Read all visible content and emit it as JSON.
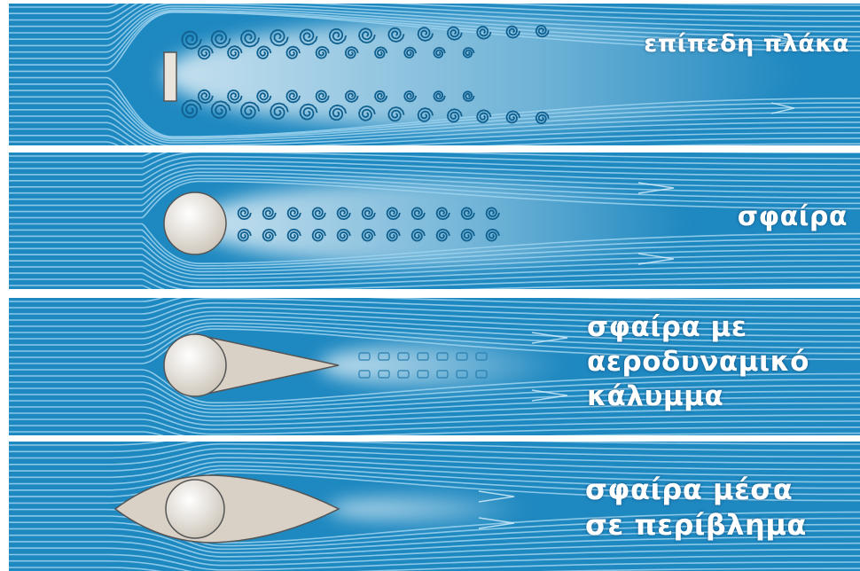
{
  "panels": [
    {
      "label_lines": [
        "επίπεδη πλάκα"
      ],
      "body": "plate"
    },
    {
      "label_lines": [
        "σφαίρα"
      ],
      "body": "sphere"
    },
    {
      "label_lines": [
        "σφαίρα με",
        "αεροδυναμικό",
        "κάλυμμα"
      ],
      "body": "sphere-tail"
    },
    {
      "label_lines": [
        "σφαίρα μέσα",
        "σε περίβλημα"
      ],
      "body": "sphere-shell"
    }
  ],
  "colors": {
    "water": "#1e88c0",
    "streamline": "#9fd3ee",
    "wake": "#ffffff",
    "body_fill": "#e9e4dc",
    "body_stroke": "#555555",
    "label": "#ffffff"
  },
  "icons": [
    "flat-plate-icon",
    "sphere-icon",
    "streamlined-tail-icon",
    "enclosing-shell-icon",
    "vortex-icon",
    "flow-arrow-icon"
  ]
}
